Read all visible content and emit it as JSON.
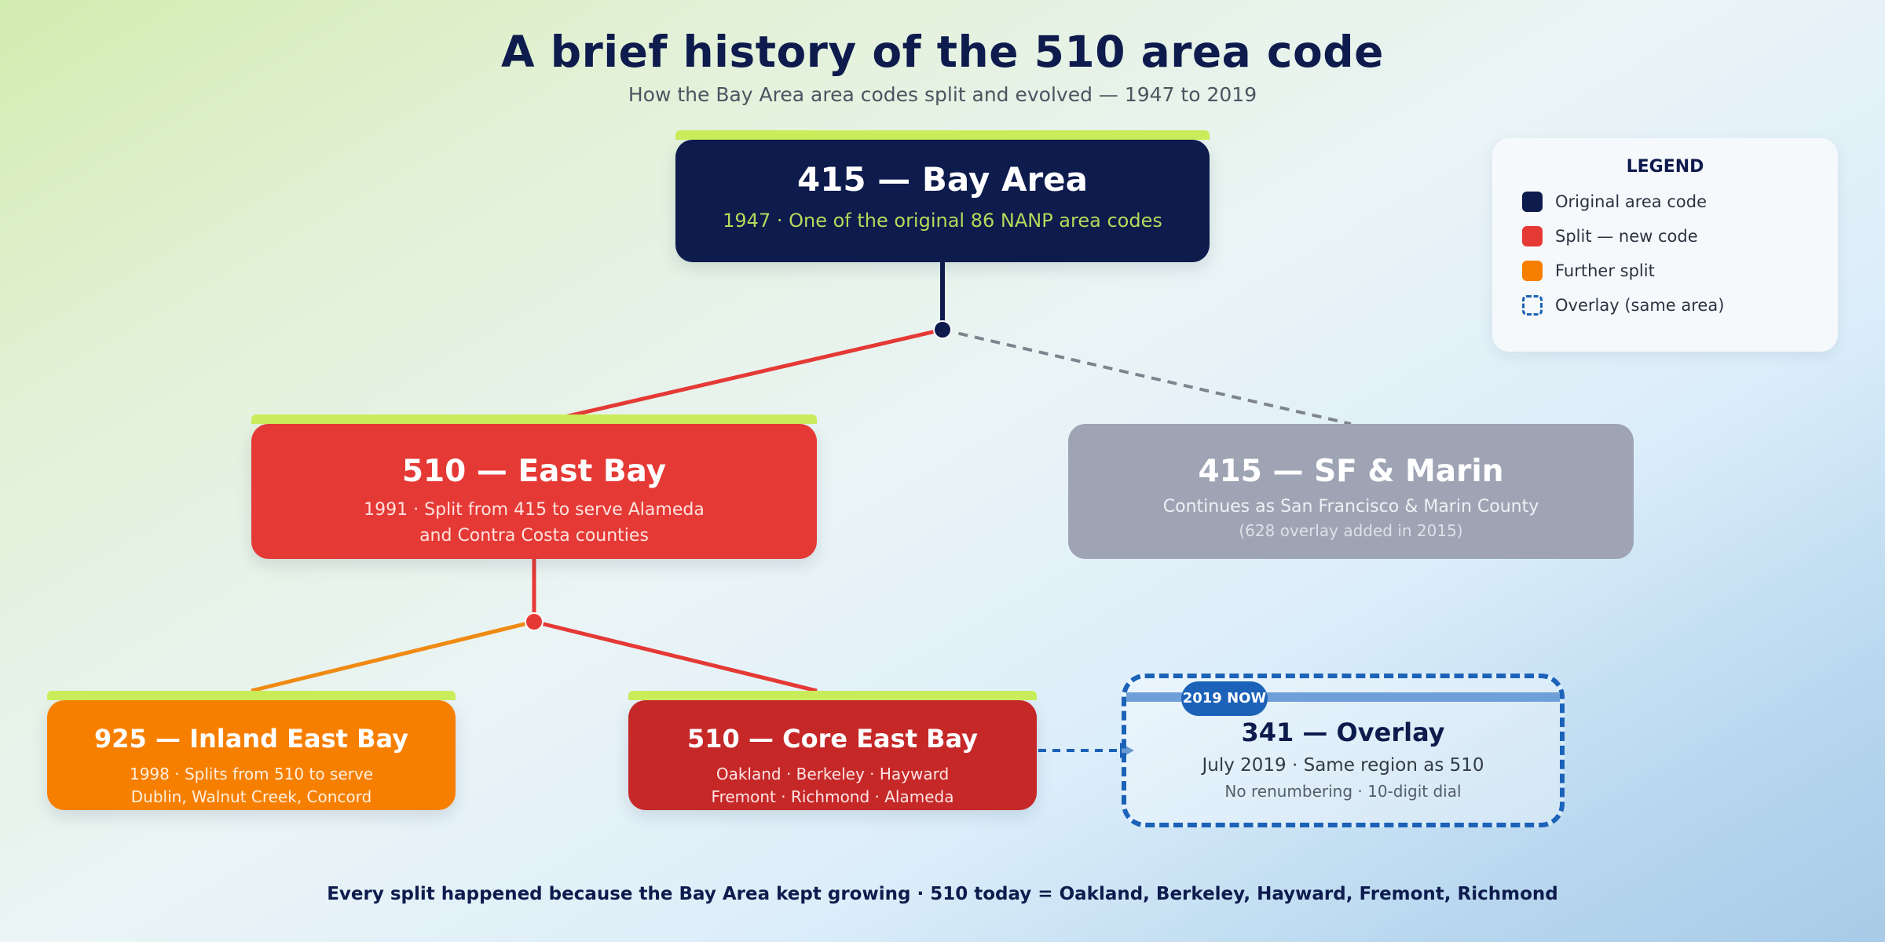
{
  "header": {
    "title": "A brief history of the 510 area code",
    "subtitle": "How the Bay Area area codes split and evolved — 1947 to 2019"
  },
  "nodes": {
    "root": {
      "title": "415 — Bay Area",
      "subtitle": "1947 · One of the original 86 NANP area codes",
      "type": "original"
    },
    "east_bay": {
      "title": "510 — East Bay",
      "line1": "1991 · Split from 415 to serve Alameda",
      "line2": "and Contra Costa counties",
      "type": "split"
    },
    "sf_marin": {
      "title": "415 — SF & Marin",
      "line1": "Continues as San Francisco & Marin County",
      "line2": "(628 overlay added in 2015)",
      "type": "continued"
    },
    "inland": {
      "title": "925 — Inland East Bay",
      "line1": "1998 · Splits from 510 to serve",
      "line2": "Dublin, Walnut Creek, Concord",
      "type": "further-split"
    },
    "core": {
      "title": "510 — Core East Bay",
      "line1": "Oakland · Berkeley · Hayward",
      "line2": "Fremont · Richmond · Alameda",
      "type": "split"
    },
    "overlay": {
      "badge": "2019 NOW",
      "title": "341 — Overlay",
      "line1": "July 2019 · Same region as 510",
      "line2": "No renumbering · 10-digit dial",
      "type": "overlay"
    }
  },
  "legend": {
    "title": "LEGEND",
    "items": [
      {
        "label": "Original area code",
        "color": "#0d1b4d",
        "style": "solid"
      },
      {
        "label": "Split — new code",
        "color": "#e53935",
        "style": "solid"
      },
      {
        "label": "Further split",
        "color": "#f77f00",
        "style": "solid"
      },
      {
        "label": "Overlay (same area)",
        "color": "#1b62b8",
        "style": "dashed"
      }
    ]
  },
  "footer": "Every split happened because the Bay Area kept growing · 510 today = Oakland, Berkeley, Hayward, Fremont, Richmond",
  "colors": {
    "original": "#0d1b4d",
    "split": "#e53935",
    "core": "#c62828",
    "further_split": "#f77f00",
    "overlay": "#1b62b8",
    "continued": "#9ea4b4",
    "accent_bar": "#c9ec5a"
  }
}
